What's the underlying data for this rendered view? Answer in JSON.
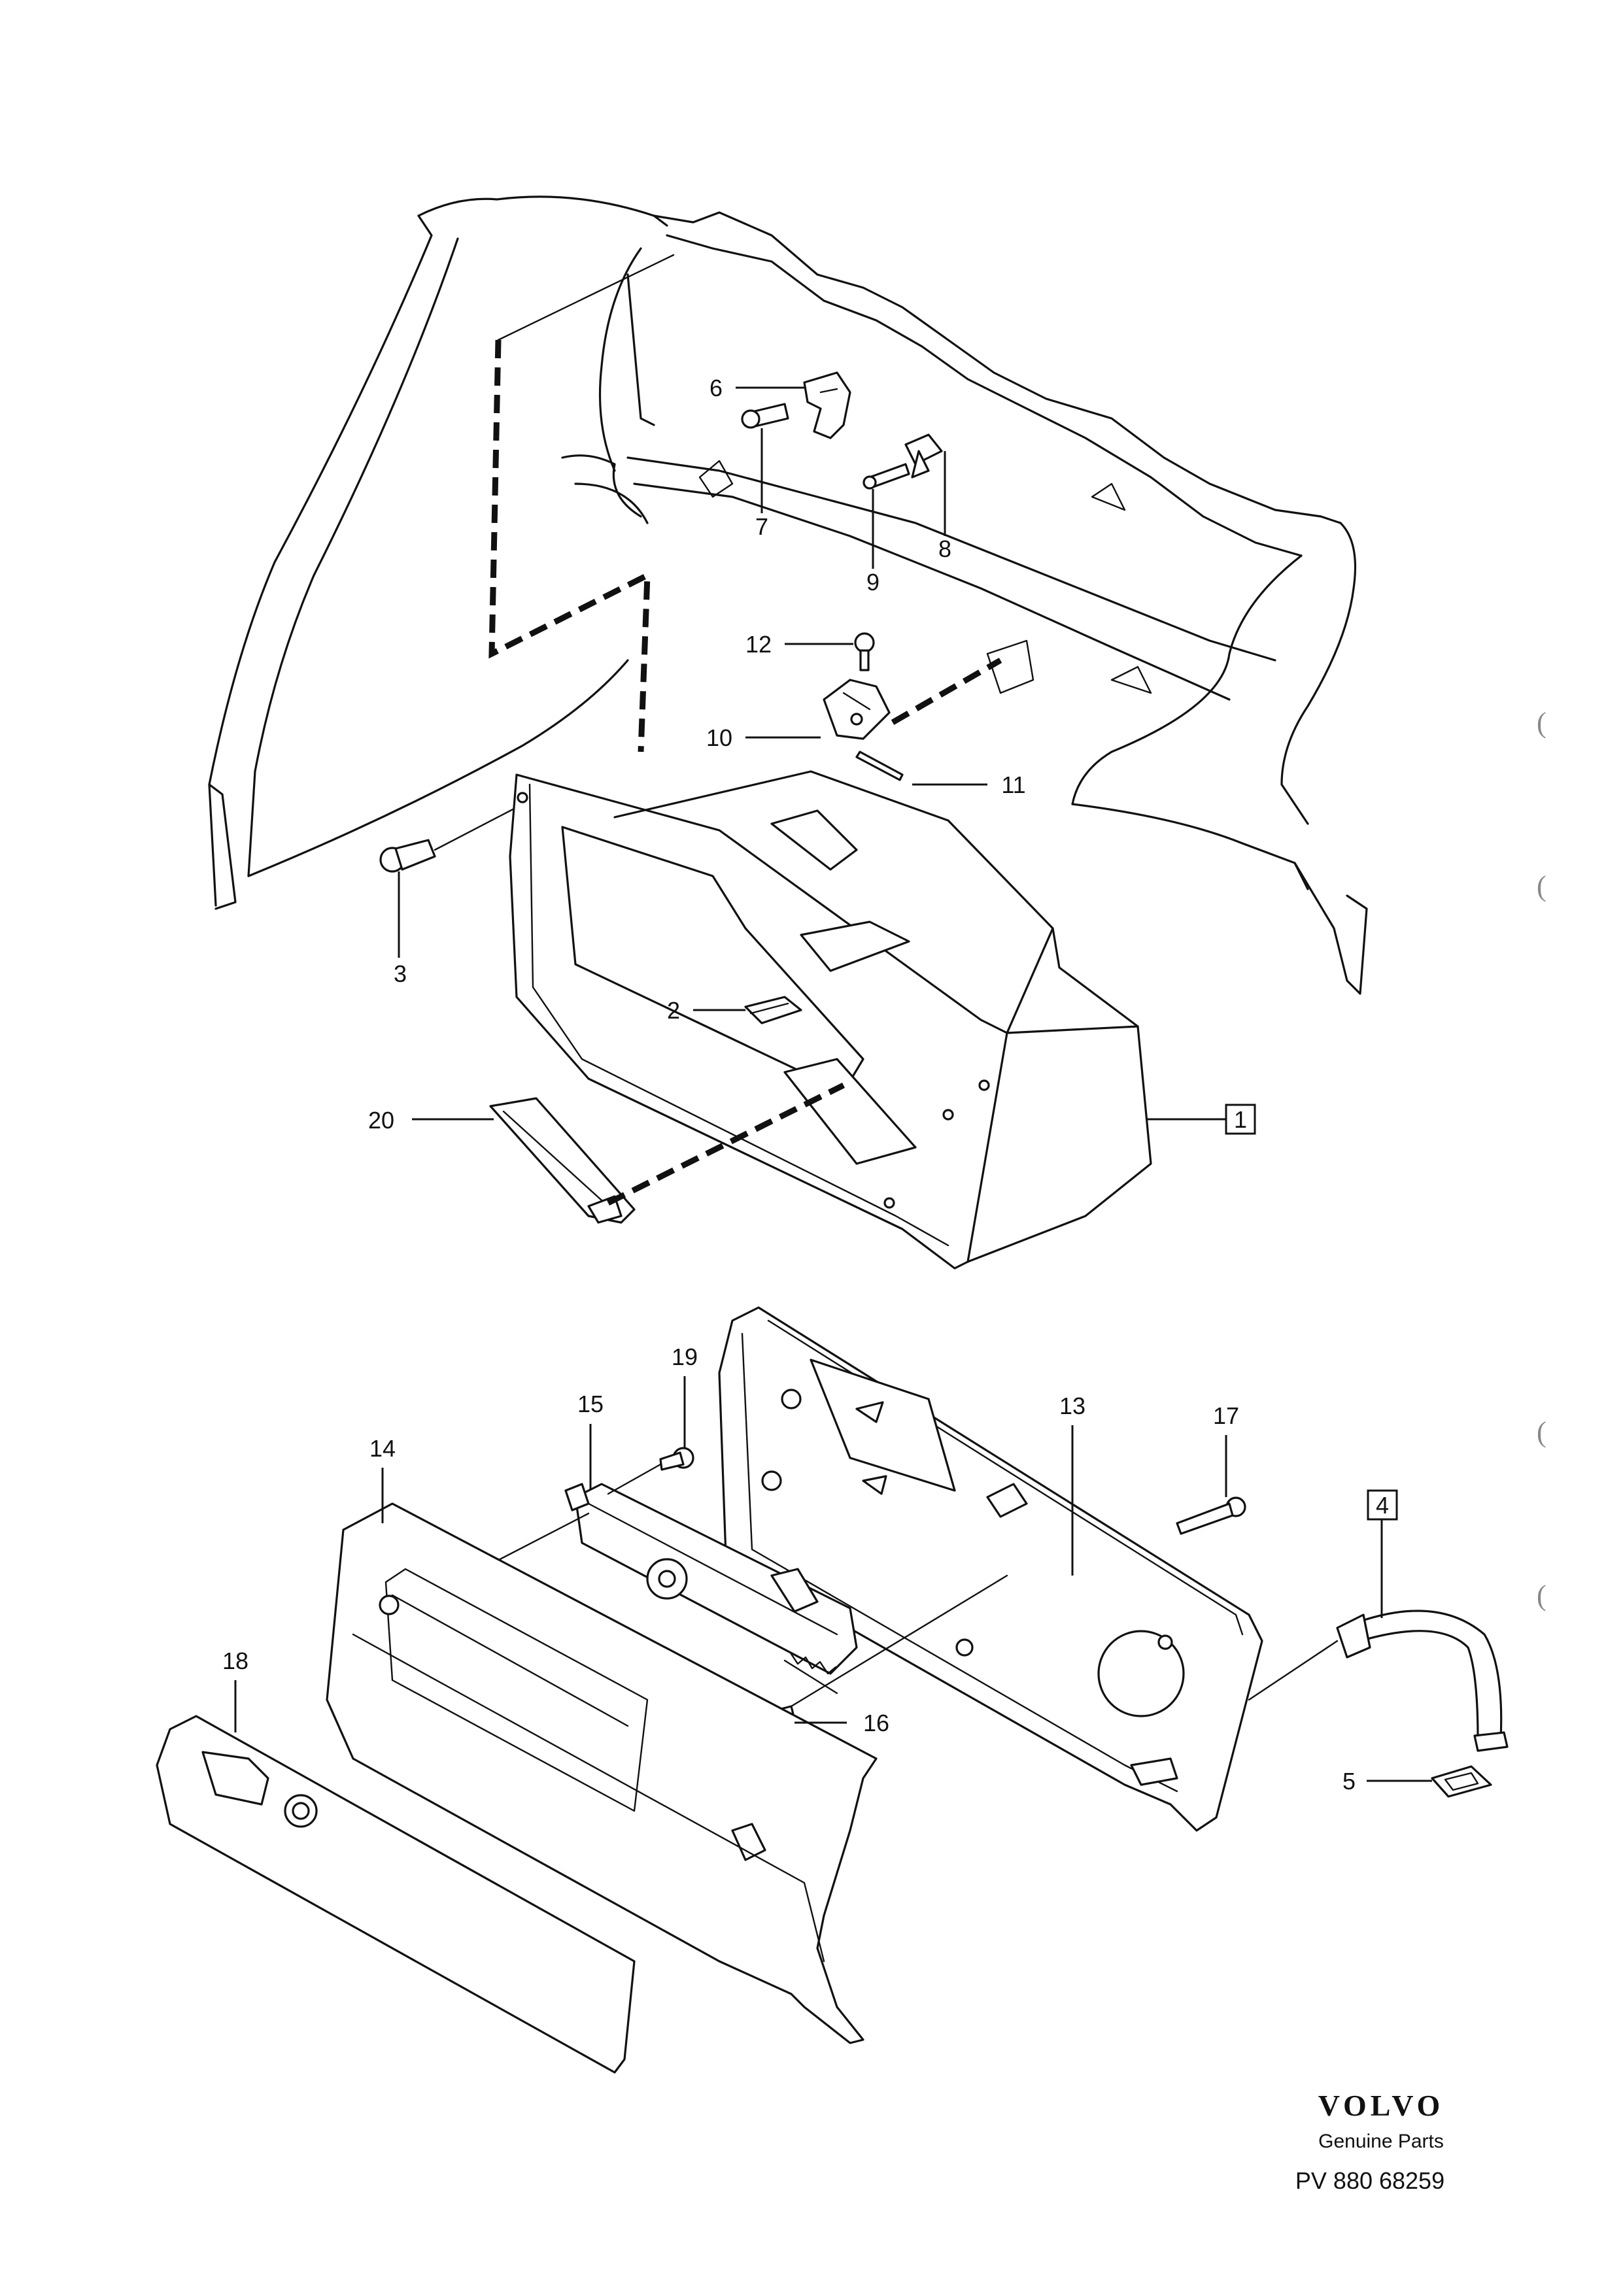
{
  "callouts": {
    "c1": "1",
    "c2": "2",
    "c3": "3",
    "c4": "4",
    "c5": "5",
    "c6": "6",
    "c7": "7",
    "c8": "8",
    "c9": "9",
    "c10": "10",
    "c11": "11",
    "c12": "12",
    "c13": "13",
    "c14": "14",
    "c15": "15",
    "c16": "16",
    "c17": "17",
    "c18": "18",
    "c19": "19",
    "c20": "20"
  },
  "brand": {
    "logo": "VOLVO",
    "subtitle": "Genuine Parts",
    "reference": "PV 880 68259"
  },
  "margin_marks": [
    "(",
    "(",
    "(",
    "("
  ]
}
